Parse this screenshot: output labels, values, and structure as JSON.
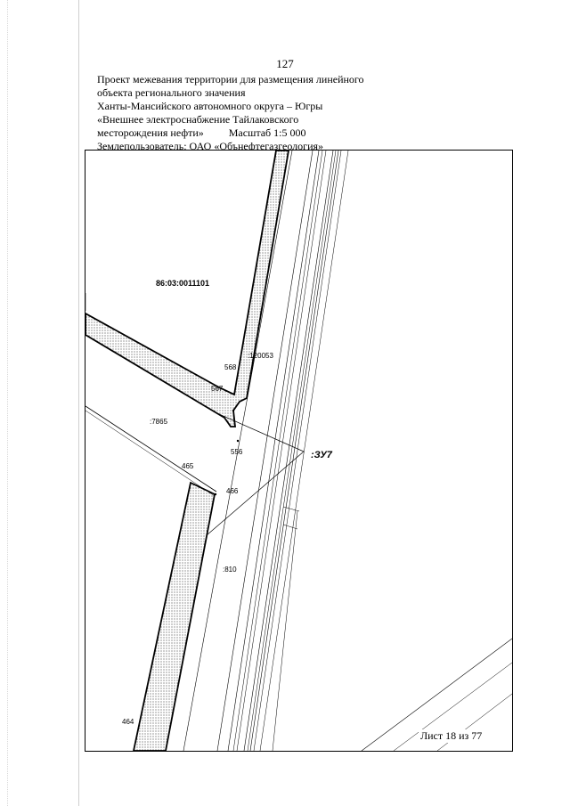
{
  "page": {
    "number": "127",
    "sheet_label": "Лист 18 из 77"
  },
  "header": {
    "line1": "Проект межевания территории для размещения линейного",
    "line2": "объекта регионального значения",
    "line3": "Ханты-Мансийского автономного округа – Югры",
    "line4": "«Внешнее электроснабжение Тайлаковского",
    "line5a": "месторождения нефти»",
    "line5b": "Масштаб 1:5 000",
    "line6": "Землепользователь: ОАО «Обънефтегазгеология»"
  },
  "map": {
    "cadastral_block": "86:03:0011101",
    "parcel_120053": ":120053",
    "parcel_7865": ":7865",
    "parcel_810": ":810",
    "zu_label": ":ЗУ7",
    "points": {
      "p568": "568",
      "p567": "567",
      "p556": "556",
      "p465": "465",
      "p466": "466",
      "p464": "464"
    },
    "colors": {
      "line": "#000000",
      "hatch_dot": "#555555"
    }
  }
}
